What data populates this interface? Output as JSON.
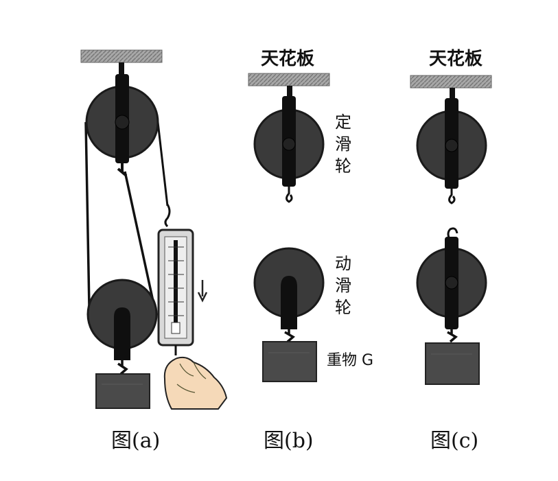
{
  "figures": {
    "a": {
      "caption": "图(a)"
    },
    "b": {
      "caption": "图(b)",
      "ceiling": "天花板",
      "fixed_pulley": [
        "定",
        "滑",
        "轮"
      ],
      "movable_pulley": [
        "动",
        "滑",
        "轮"
      ],
      "weight": "重物 G"
    },
    "c": {
      "caption": "图(c)",
      "ceiling": "天花板"
    }
  },
  "colors": {
    "wheel": "#3a3a3a",
    "wheel_edge": "#1a1a1a",
    "bracket": "#0f0f0f",
    "ceiling": "#9a9a9a",
    "block": "#4a4a4a",
    "scale_body": "#d9d9d9",
    "hand": "#f5d9b8"
  }
}
